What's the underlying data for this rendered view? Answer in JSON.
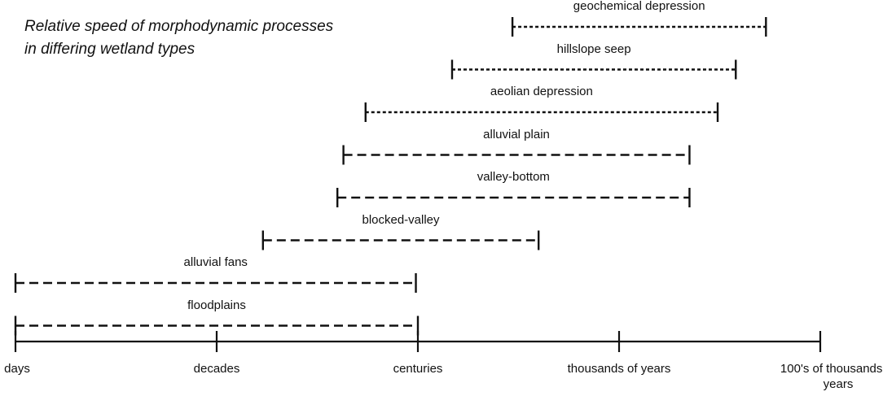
{
  "title": {
    "line1": "Relative speed of morphodynamic processes",
    "line2": "in differing wetland types"
  },
  "axis": {
    "ticks": [
      "days",
      "decades",
      "centuries",
      "thousands of years",
      "100's of thousands of years"
    ]
  },
  "spans": [
    {
      "label": "geochemical depression",
      "start": 2.47,
      "end": 3.73,
      "style": "dotted"
    },
    {
      "label": "hillslope seep",
      "start": 2.17,
      "end": 3.58,
      "style": "dotted"
    },
    {
      "label": "aeolian depression",
      "start": 1.74,
      "end": 3.49,
      "style": "dotted"
    },
    {
      "label": "alluvial plain",
      "start": 1.63,
      "end": 3.35,
      "style": "dashed"
    },
    {
      "label": "valley-bottom",
      "start": 1.6,
      "end": 3.35,
      "style": "dashed"
    },
    {
      "label": "blocked-valley",
      "start": 1.23,
      "end": 2.6,
      "style": "dashed"
    },
    {
      "label": "alluvial fans",
      "start": 0,
      "end": 1.99,
      "style": "dashed"
    },
    {
      "label": "floodplains",
      "start": 0,
      "end": 2.0,
      "style": "dashed"
    }
  ]
}
